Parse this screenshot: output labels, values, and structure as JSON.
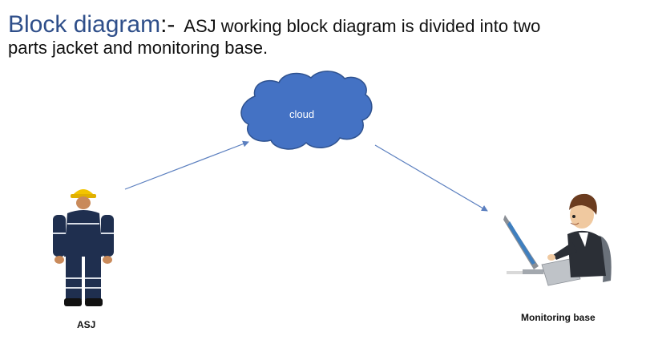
{
  "heading": {
    "title": "Block diagram",
    "separator": ":-",
    "description_line1": " ASJ  working  block diagram  is divided into two",
    "description_line2": "parts jacket and monitoring base."
  },
  "diagram": {
    "cloud_label": "cloud",
    "worker_label": "ASJ",
    "monitor_label": "Monitoring base"
  },
  "colors": {
    "title": "#2f4f8a",
    "cloud_fill": "#4472c4",
    "cloud_stroke": "#2f528f",
    "arrow": "#5b7fbf",
    "worker_suit": "#1f2f4f",
    "helmet": "#f2c400"
  }
}
